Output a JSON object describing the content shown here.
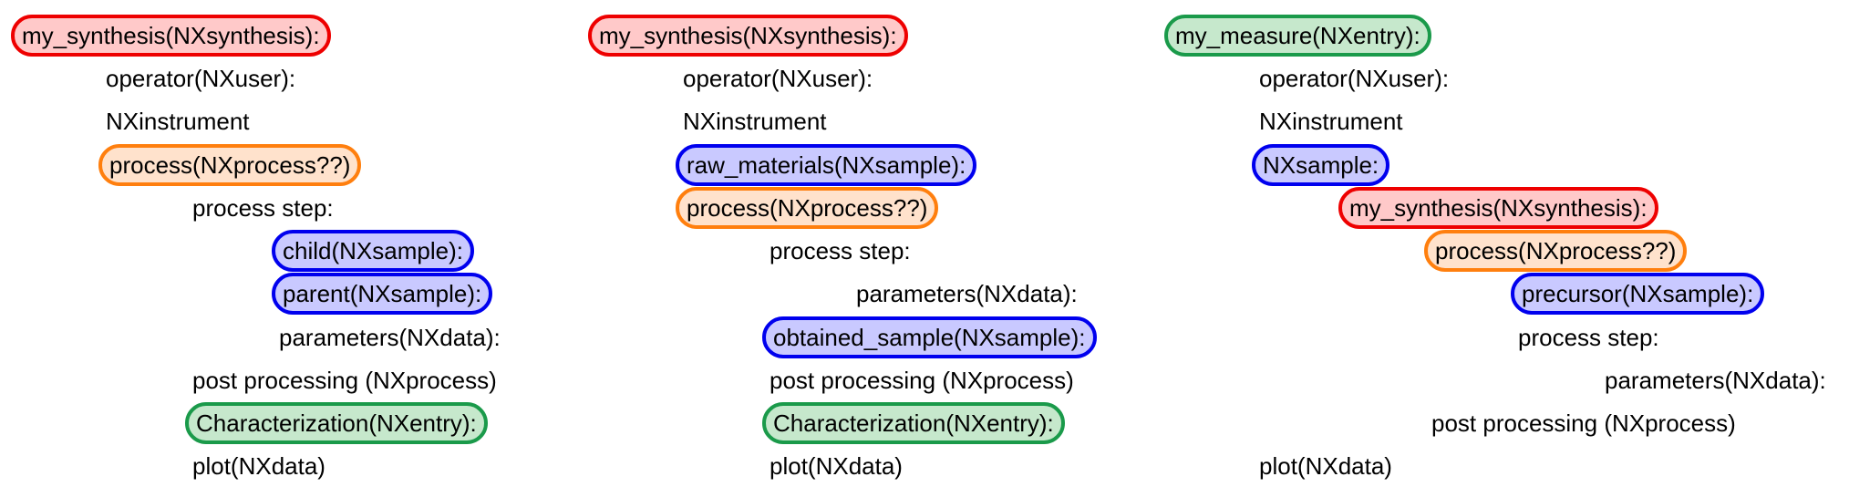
{
  "trees": [
    {
      "nodes": [
        {
          "text": "my_synthesis(NXsynthesis):",
          "style": "red"
        },
        {
          "text": "operator(NXuser):",
          "style": "plain"
        },
        {
          "text": "NXinstrument",
          "style": "plain"
        },
        {
          "text": "process(NXprocess??)",
          "style": "orange"
        },
        {
          "text": "process step:",
          "style": "plain"
        },
        {
          "text": "child(NXsample):",
          "style": "blue"
        },
        {
          "text": "parent(NXsample):",
          "style": "blue"
        },
        {
          "text": "parameters(NXdata):",
          "style": "plain"
        },
        {
          "text": "post processing (NXprocess)",
          "style": "plain"
        },
        {
          "text": "Characterization(NXentry):",
          "style": "green"
        },
        {
          "text": "plot(NXdata)",
          "style": "plain"
        }
      ]
    },
    {
      "nodes": [
        {
          "text": "my_synthesis(NXsynthesis):",
          "style": "red"
        },
        {
          "text": "operator(NXuser):",
          "style": "plain"
        },
        {
          "text": "NXinstrument",
          "style": "plain"
        },
        {
          "text": "raw_materials(NXsample):",
          "style": "blue"
        },
        {
          "text": "process(NXprocess??)",
          "style": "orange"
        },
        {
          "text": "process step:",
          "style": "plain"
        },
        {
          "text": "parameters(NXdata):",
          "style": "plain"
        },
        {
          "text": "obtained_sample(NXsample):",
          "style": "blue"
        },
        {
          "text": "post processing (NXprocess)",
          "style": "plain"
        },
        {
          "text": "Characterization(NXentry):",
          "style": "green"
        },
        {
          "text": "plot(NXdata)",
          "style": "plain"
        }
      ]
    },
    {
      "nodes": [
        {
          "text": "my_measure(NXentry):",
          "style": "green"
        },
        {
          "text": "operator(NXuser):",
          "style": "plain"
        },
        {
          "text": "NXinstrument",
          "style": "plain"
        },
        {
          "text": "NXsample:",
          "style": "blue"
        },
        {
          "text": "my_synthesis(NXsynthesis):",
          "style": "red"
        },
        {
          "text": "process(NXprocess??)",
          "style": "orange"
        },
        {
          "text": "precursor(NXsample):",
          "style": "blue"
        },
        {
          "text": "process step:",
          "style": "plain"
        },
        {
          "text": "parameters(NXdata):",
          "style": "plain"
        },
        {
          "text": "post processing (NXprocess)",
          "style": "plain"
        },
        {
          "text": "plot(NXdata)",
          "style": "plain"
        }
      ]
    }
  ],
  "colors": {
    "red": "#ee0000",
    "orange": "#ff7f0e",
    "blue": "#0000ee",
    "green": "#1a9a4a"
  }
}
